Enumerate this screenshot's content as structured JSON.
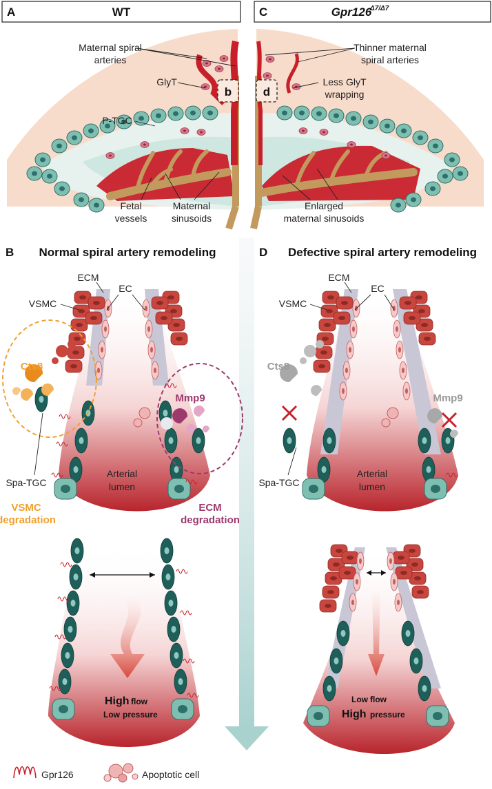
{
  "panelA": {
    "letter": "A",
    "title": "WT",
    "labels": {
      "arteries_1": "Maternal spiral",
      "arteries_2": "arteries",
      "glyt": "GlyT",
      "ptgc": "P-TGC",
      "fetal_1": "Fetal",
      "fetal_2": "vessels",
      "sinus_1": "Maternal",
      "sinus_2": "sinusoids",
      "inset": "b"
    }
  },
  "panelC": {
    "letter": "C",
    "title_main": "Gpr126",
    "title_sup": "Δ7/Δ7",
    "labels": {
      "thin_1": "Thinner maternal",
      "thin_2": "spiral arteries",
      "less_1": "Less GlyT",
      "less_2": "wrapping",
      "enl_1": "Enlarged",
      "enl_2": "maternal sinusoids",
      "inset": "d"
    }
  },
  "panelB": {
    "letter": "B",
    "title": "Normal spiral artery remodeling",
    "labels": {
      "ecm": "ECM",
      "ec": "EC",
      "vsmc": "VSMC",
      "cts8": "Cts8",
      "mmp9": "Mmp9",
      "spatgc": "Spa-TGC",
      "lumen_1": "Arterial",
      "lumen_2": "lumen",
      "vdeg_1": "VSMC",
      "vdeg_2": "degradation",
      "edeg_1": "ECM",
      "edeg_2": "degradation",
      "flow_big": "High",
      "flow_small": "flow",
      "press_big": "Low",
      "press_small": "pressure"
    }
  },
  "panelD": {
    "letter": "D",
    "title": "Defective spiral artery remodeling",
    "labels": {
      "ecm": "ECM",
      "ec": "EC",
      "vsmc": "VSMC",
      "cts8": "Cts8",
      "mmp9": "Mmp9",
      "spatgc": "Spa-TGC",
      "lumen_1": "Arterial",
      "lumen_2": "lumen",
      "flow_big": "Low",
      "flow_small": "flow",
      "press_big": "High",
      "press_small": "pressure"
    }
  },
  "legend": {
    "gpr126": "Gpr126",
    "apoptotic": "Apoptotic cell"
  },
  "colors": {
    "artery": "#c8202a",
    "placenta": "#f8dccb",
    "tgc": "#7fbfb2",
    "fetal": "#c39a5e",
    "cts8": "#f0a030",
    "mmp9": "#9c3a6e",
    "spa": "#1f5f5a",
    "grey": "#9a9a9a"
  }
}
